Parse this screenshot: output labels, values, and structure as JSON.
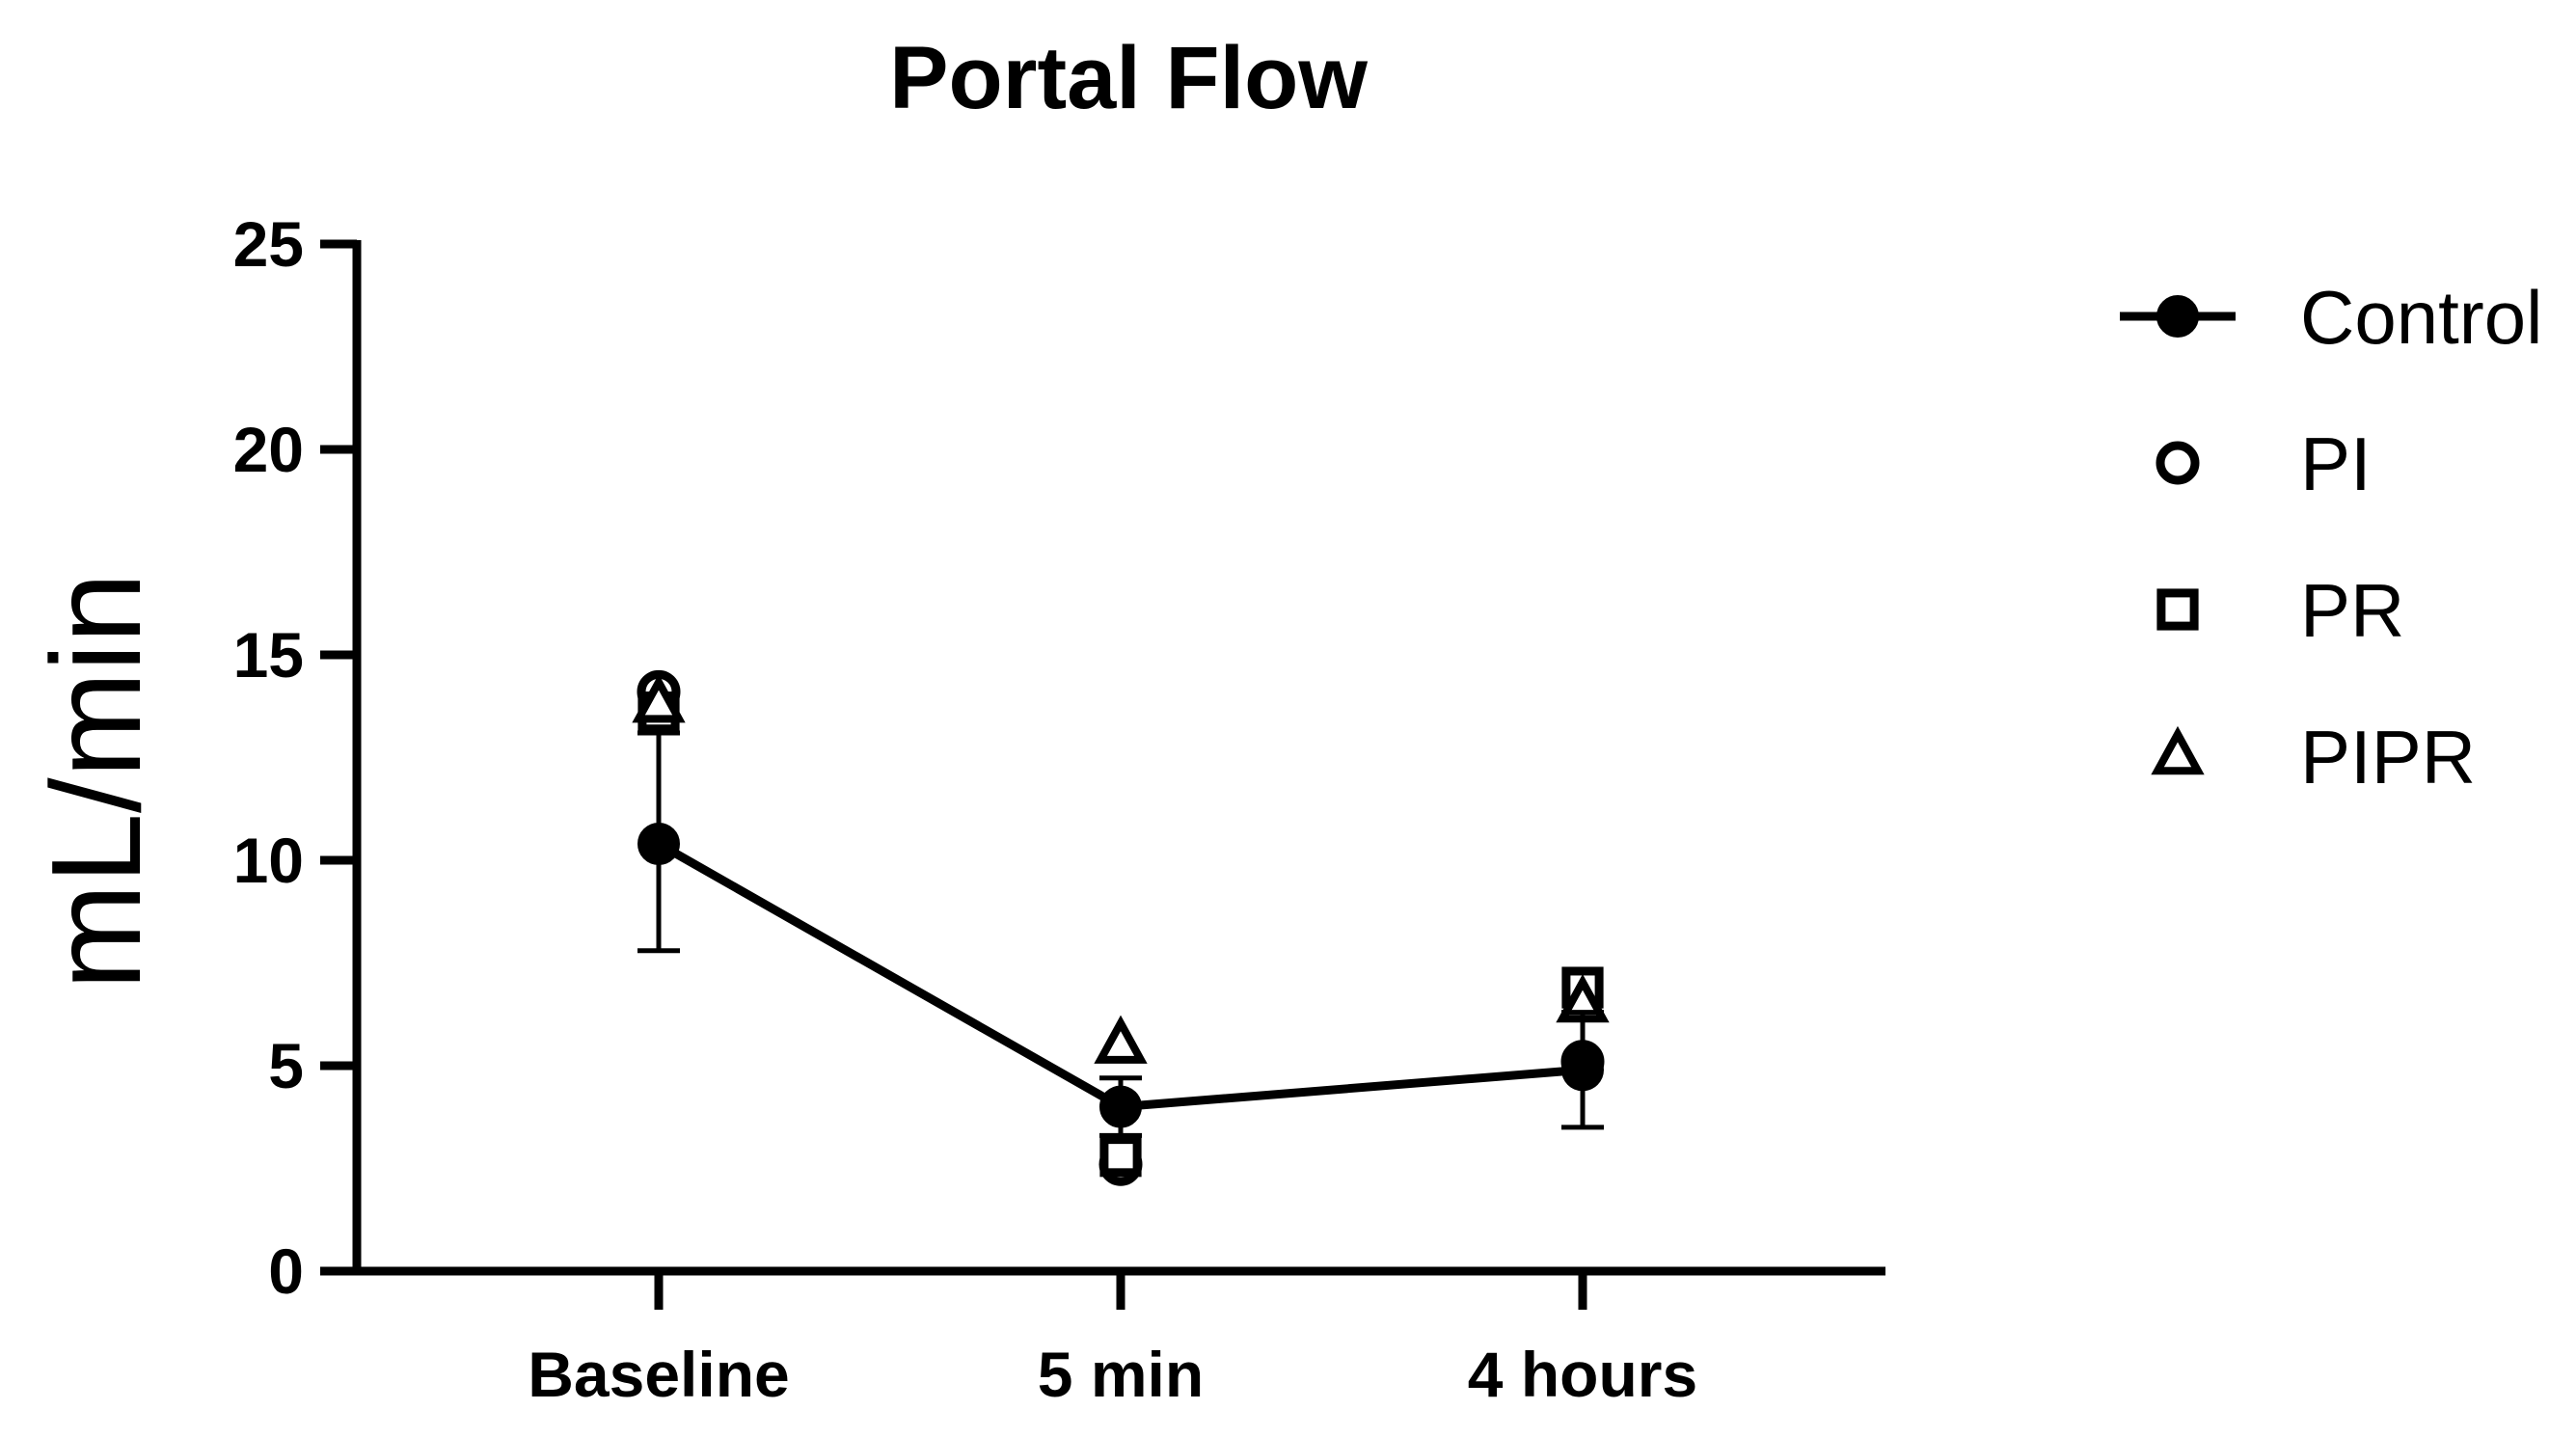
{
  "chart_data": {
    "type": "scatter",
    "title": "Portal Flow",
    "xlabel": "",
    "ylabel": "mL/min",
    "categories": [
      "Baseline",
      "5 min",
      "4 hours"
    ],
    "ylim": [
      0,
      25
    ],
    "yticks": [
      0,
      5,
      10,
      15,
      20,
      25
    ],
    "grid": false,
    "legend_position": "right",
    "series": [
      {
        "name": "Control",
        "marker": "filled-circle",
        "connected": true,
        "values": [
          10.4,
          4.0,
          4.9
        ],
        "error_low": [
          7.8,
          3.3,
          3.5
        ],
        "error_high": [
          13.1,
          4.7,
          6.3
        ]
      },
      {
        "name": "PI",
        "marker": "open-circle",
        "connected": false,
        "values": [
          14.1,
          2.6,
          5.1
        ]
      },
      {
        "name": "PR",
        "marker": "open-square",
        "connected": false,
        "values": [
          13.6,
          2.8,
          6.9
        ]
      },
      {
        "name": "PIPR",
        "marker": "open-triangle",
        "connected": false,
        "values": [
          13.8,
          5.5,
          6.5
        ]
      }
    ],
    "colors": {
      "ink": "#000000",
      "background": "#ffffff"
    }
  }
}
